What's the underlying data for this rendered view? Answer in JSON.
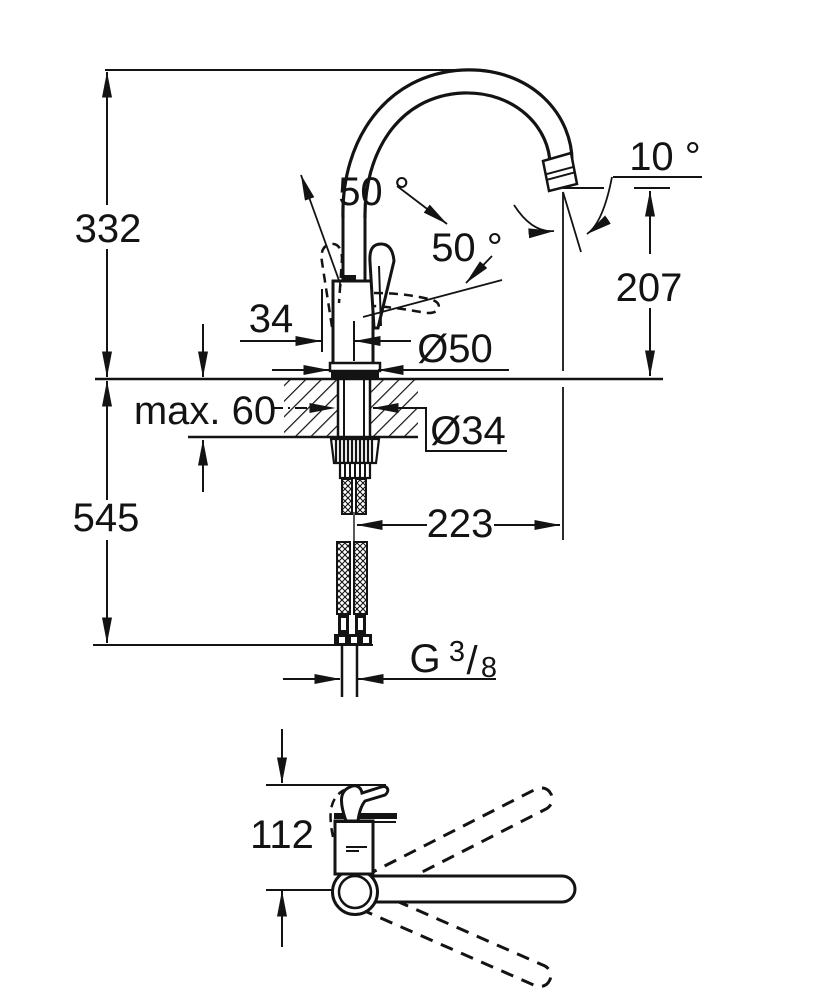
{
  "document": {
    "kind": "technical dimension drawing",
    "background": "#ffffff",
    "line_color": "#131313"
  },
  "side_view": {
    "overall_height": "332",
    "under_counter_length": "545",
    "counter_thickness": "max. 60",
    "handle_offset": "34",
    "base_diameter": "Ø50",
    "shank_diameter": "Ø34",
    "spout_reach": "223",
    "outlet_height": "207",
    "outlet_angle": "10 °",
    "handle_angle_front": "50 °",
    "handle_angle_back": "50 °",
    "thread": {
      "letter": "G",
      "numerator": "3",
      "slash": "/",
      "denominator": "8"
    }
  },
  "plan_view": {
    "handle_depth": "112"
  }
}
